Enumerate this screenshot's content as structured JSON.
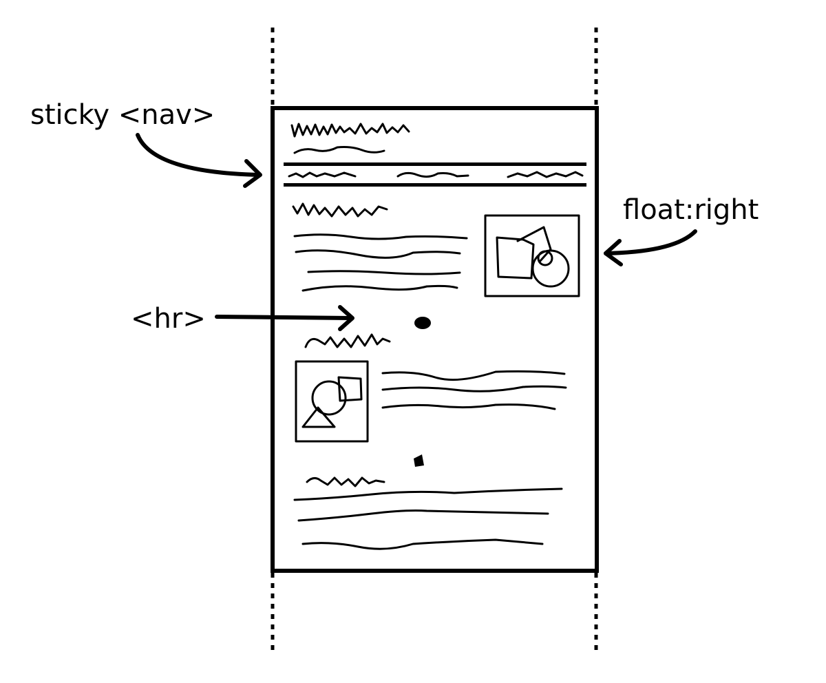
{
  "annotations": {
    "nav": "sticky <nav>",
    "float": "float:right",
    "hr": "<hr>"
  },
  "colors": {
    "ink": "#000000",
    "paper": "#ffffff"
  }
}
